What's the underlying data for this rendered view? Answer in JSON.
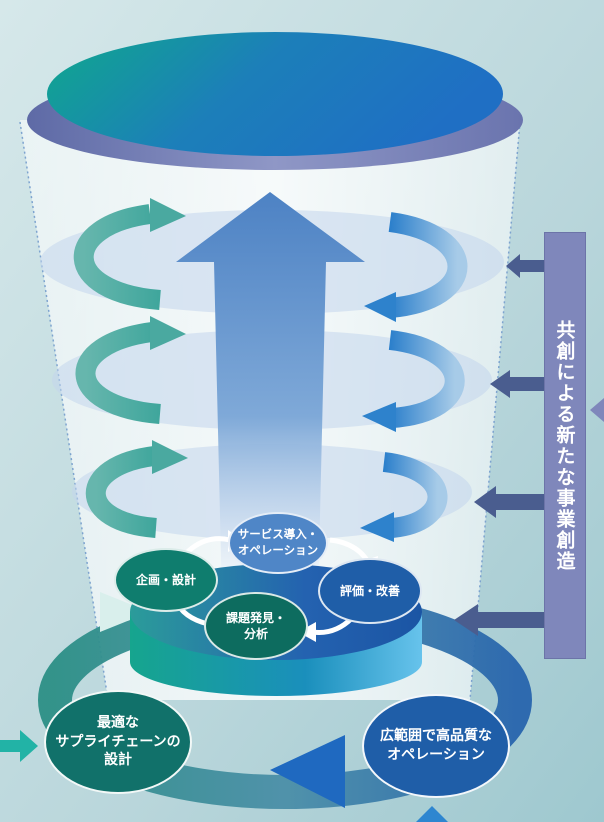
{
  "side_label": "共創による新たな事業創造",
  "cycle": {
    "top": "サービス導入・\nオペレーション",
    "left": "企画・設計",
    "right": "評価・改善",
    "bottom": "課題発見・\n分析"
  },
  "bottom_left": "最適な\nサプライチェーンの\n設計",
  "bottom_right": "広範囲で高品質な\nオペレーション",
  "colors": {
    "teal": "#1aa596",
    "blue": "#2e86d0",
    "dark_blue": "#1f5ea8",
    "lavender": "#7f87bb",
    "background": "#c9dfe3"
  }
}
